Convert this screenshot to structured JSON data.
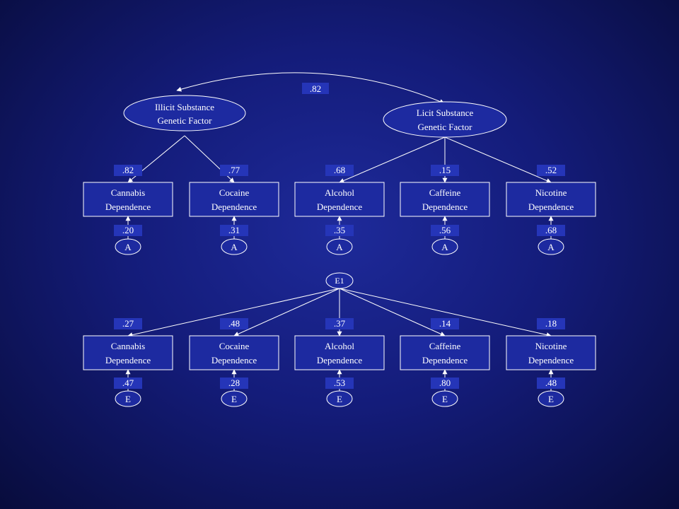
{
  "factors": {
    "illicit": {
      "line1": "Illicit Substance",
      "line2": "Genetic Factor"
    },
    "licit": {
      "line1": "Licit Substance",
      "line2": "Genetic Factor"
    },
    "correlation": ".82"
  },
  "genetic_block": {
    "boxes": [
      {
        "line1": "Cannabis",
        "line2": "Dependence",
        "loading": ".82",
        "residual": ".20",
        "residual_label": "A"
      },
      {
        "line1": "Cocaine",
        "line2": "Dependence",
        "loading": ".77",
        "residual": ".31",
        "residual_label": "A"
      },
      {
        "line1": "Alcohol",
        "line2": "Dependence",
        "loading": ".68",
        "residual": ".35",
        "residual_label": "A"
      },
      {
        "line1": "Caffeine",
        "line2": "Dependence",
        "loading": ".15",
        "residual": ".56",
        "residual_label": "A"
      },
      {
        "line1": "Nicotine",
        "line2": "Dependence",
        "loading": ".52",
        "residual": ".68",
        "residual_label": "A"
      }
    ]
  },
  "environment_block": {
    "factor_label": "E1",
    "boxes": [
      {
        "line1": "Cannabis",
        "line2": "Dependence",
        "loading": ".27",
        "residual": ".47",
        "residual_label": "E"
      },
      {
        "line1": "Cocaine",
        "line2": "Dependence",
        "loading": ".48",
        "residual": ".28",
        "residual_label": "E"
      },
      {
        "line1": "Alcohol",
        "line2": "Dependence",
        "loading": ".37",
        "residual": ".53",
        "residual_label": "E"
      },
      {
        "line1": "Caffeine",
        "line2": "Dependence",
        "loading": ".14",
        "residual": ".80",
        "residual_label": "E"
      },
      {
        "line1": "Nicotine",
        "line2": "Dependence",
        "loading": ".18",
        "residual": ".48",
        "residual_label": "E"
      }
    ]
  }
}
